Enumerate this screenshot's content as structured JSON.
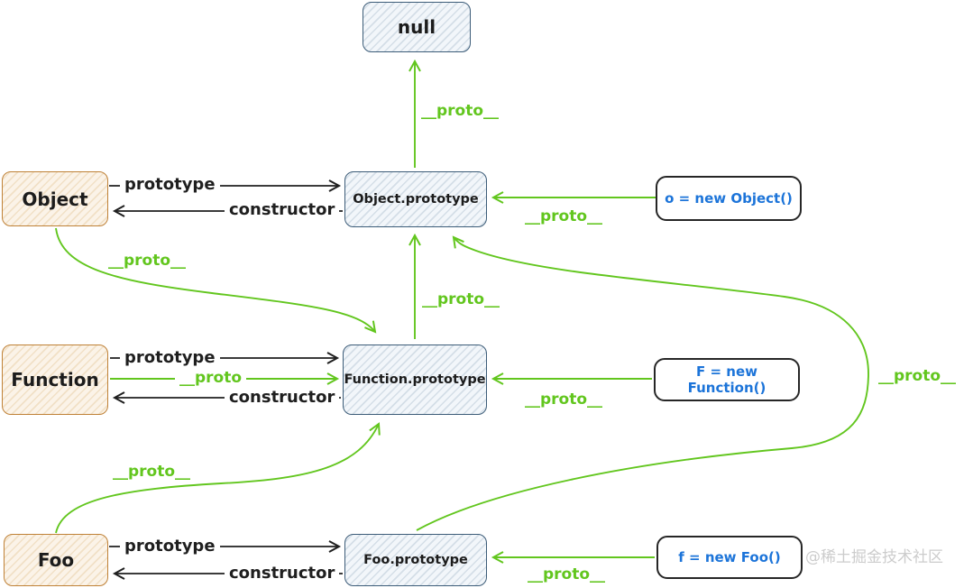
{
  "colors": {
    "green": "#62c61e",
    "black": "#1f1f1f",
    "blue_text": "#1c74d9",
    "orange_border": "#bf8136",
    "blue_border": "#3c5c78",
    "watermark": "#cccccc"
  },
  "nodes": {
    "null_box": "null",
    "object_prototype": "Object.prototype",
    "function_prototype": "Function.prototype",
    "foo_prototype": "Foo.prototype",
    "object": "Object",
    "function": "Function",
    "foo": "Foo",
    "o_instance": "o = new Object()",
    "F_instance": "F = new Function()",
    "f_instance": "f = new Foo()"
  },
  "labels": {
    "proto_to_null": "__proto__",
    "r1_prototype": "prototype",
    "r1_constructor": "constructor",
    "o_proto": "__proto__",
    "object_proto_curve": "__proto__",
    "fp_to_op_proto": "__proto__",
    "r2_prototype": "prototype",
    "r2_proto": "__proto",
    "r2_constructor": "constructor",
    "F_proto": "__proto__",
    "loop_proto": "__proto__",
    "foo_proto_curve": "__proto__",
    "r3_prototype": "prototype",
    "r3_constructor": "constructor",
    "f_proto": "__proto__"
  },
  "watermark": "@稀土掘金技术社区"
}
